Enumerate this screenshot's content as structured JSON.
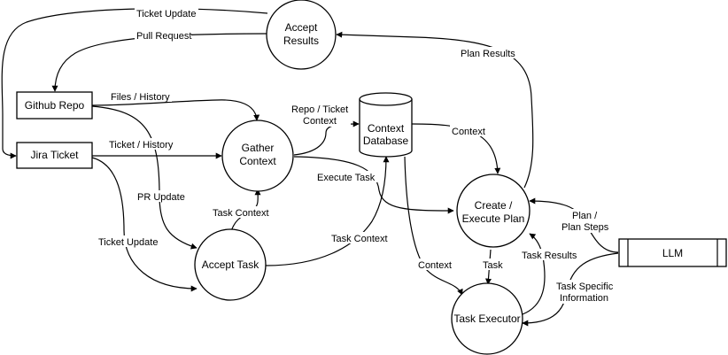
{
  "nodes": {
    "github_repo": "Github Repo",
    "jira_ticket": "Jira Ticket",
    "accept_results": [
      "Accept",
      "Results"
    ],
    "gather_context": [
      "Gather",
      "Context"
    ],
    "context_database": [
      "Context",
      "Database"
    ],
    "create_execute_plan": [
      "Create /",
      "Execute Plan"
    ],
    "accept_task": "Accept Task",
    "task_executor": "Task Executor",
    "llm": "LLM"
  },
  "edges": {
    "ticket_update_top": "Ticket Update",
    "pull_request": "Pull Request",
    "plan_results": "Plan Results",
    "files_history": "Files / History",
    "repo_ticket_context": [
      "Repo / Ticket",
      "Context"
    ],
    "context_right": "Context",
    "ticket_history": "Ticket / History",
    "execute_task": "Execute Task",
    "pr_update": "PR Update",
    "task_context_upper": "Task Context",
    "task_context_lower": "Task Context",
    "ticket_update_left": "Ticket Update",
    "context_lower": "Context",
    "task": "Task",
    "task_results": "Task Results",
    "plan_steps": [
      "Plan /",
      "Plan Steps"
    ],
    "task_specific_info": [
      "Task Specific",
      "Information"
    ]
  },
  "colors": {
    "stroke": "#000000",
    "fill": "#ffffff",
    "text": "#000000"
  }
}
